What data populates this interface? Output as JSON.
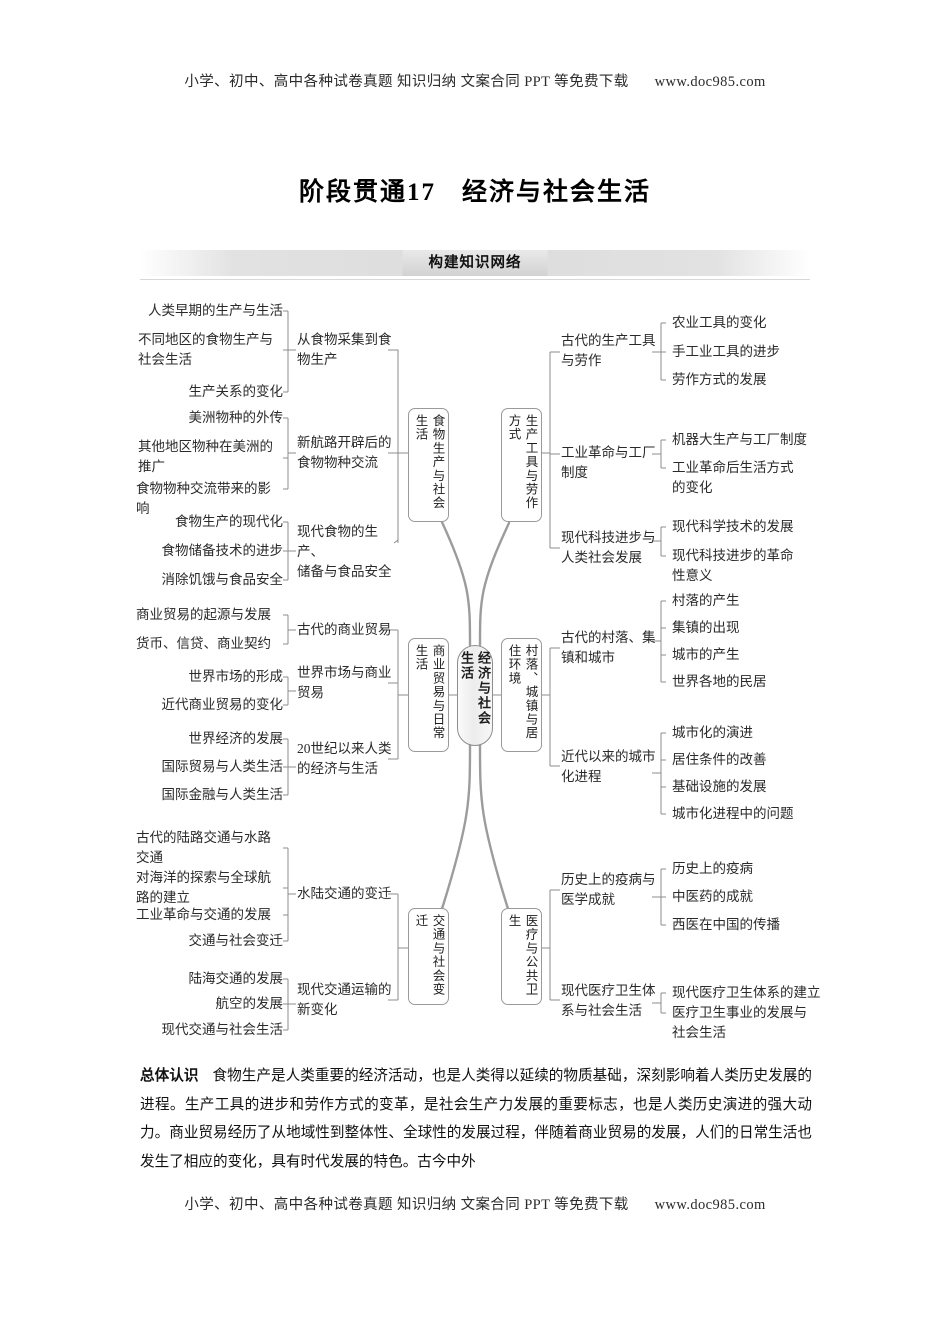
{
  "header": {
    "text": "小学、初中、高中各种试卷真题 知识归纳 文案合同 PPT 等免费下载",
    "url": "www.doc985.com"
  },
  "footer": {
    "text": "小学、初中、高中各种试卷真题 知识归纳 文案合同 PPT 等免费下载",
    "url": "www.doc985.com"
  },
  "title": {
    "prefix": "阶段贯通",
    "number": "17",
    "name": "经济与社会生活"
  },
  "section": {
    "label": "构建知识网络"
  },
  "mindmap": {
    "core": "经济与社会生活",
    "left_branches": [
      {
        "name": "食物生产与社会生活",
        "groups": [
          {
            "title": "从食物采集到食\n物生产",
            "leaves": [
              "人类早期的生产与生活",
              "不同地区的食物生产与\n社会生活",
              "生产关系的变化"
            ]
          },
          {
            "title": "新航路开辟后的\n食物物种交流",
            "leaves": [
              "美洲物种的外传",
              "其他地区物种在美洲的\n推广",
              "食物物种交流带来的影响"
            ]
          },
          {
            "title": "现代食物的生产、\n储备与食品安全",
            "leaves": [
              "食物生产的现代化",
              "食物储备技术的进步",
              "消除饥饿与食品安全"
            ]
          }
        ]
      },
      {
        "name": "商业贸易与日常生活",
        "groups": [
          {
            "title": "古代的商业贸易",
            "leaves": [
              "商业贸易的起源与发展",
              "货币、信贷、商业契约"
            ]
          },
          {
            "title": "世界市场与商业\n贸易",
            "leaves": [
              "世界市场的形成",
              "近代商业贸易的变化"
            ]
          },
          {
            "title": "20世纪以来人类\n的经济与生活",
            "leaves": [
              "世界经济的发展",
              "国际贸易与人类生活",
              "国际金融与人类生活"
            ]
          }
        ]
      },
      {
        "name": "交通与社会变迁",
        "groups": [
          {
            "title": "水陆交通的变迁",
            "leaves": [
              "古代的陆路交通与水路\n交通",
              "对海洋的探索与全球航\n路的建立",
              "工业革命与交通的发展",
              "交通与社会变迁"
            ]
          },
          {
            "title": "现代交通运输的\n新变化",
            "leaves": [
              "陆海交通的发展",
              "航空的发展",
              "现代交通与社会生活"
            ]
          }
        ]
      }
    ],
    "right_branches": [
      {
        "name": "生产工具与劳作方式",
        "groups": [
          {
            "title": "古代的生产工具\n与劳作",
            "leaves": [
              "农业工具的变化",
              "手工业工具的进步",
              "劳作方式的发展"
            ]
          },
          {
            "title": "工业革命与工厂\n制度",
            "leaves": [
              "机器大生产与工厂制度",
              "工业革命后生活方式\n的变化"
            ]
          },
          {
            "title": "现代科技进步与\n人类社会发展",
            "leaves": [
              "现代科学技术的发展",
              "现代科技进步的革命\n性意义"
            ]
          }
        ]
      },
      {
        "name": "村落、城镇与居住环境",
        "groups": [
          {
            "title": "古代的村落、集\n镇和城市",
            "leaves": [
              "村落的产生",
              "集镇的出现",
              "城市的产生",
              "世界各地的民居"
            ]
          },
          {
            "title": "近代以来的城市\n化进程",
            "leaves": [
              "城市化的演进",
              "居住条件的改善",
              "基础设施的发展",
              "城市化进程中的问题"
            ]
          }
        ]
      },
      {
        "name": "医疗与公共卫生",
        "groups": [
          {
            "title": "历史上的疫病与\n医学成就",
            "leaves": [
              "历史上的疫病",
              "中医药的成就",
              "西医在中国的传播"
            ]
          },
          {
            "title": "现代医疗卫生体\n系与社会生活",
            "leaves": [
              "现代医疗卫生体系的建立",
              "医疗卫生事业的发展与\n社会生活"
            ]
          }
        ]
      }
    ]
  },
  "summary": {
    "lead": "总体认识",
    "body": "食物生产是人类重要的经济活动，也是人类得以延续的物质基础，深刻影响着人类历史发展的进程。生产工具的进步和劳作方式的变革，是社会生产力发展的重要标志，也是人类历史演进的强大动力。商业贸易经历了从地域性到整体性、全球性的发展过程，伴随着商业贸易的发展，人们的日常生活也发生了相应的变化，具有时代发展的特色。古今中外"
  },
  "colors": {
    "line": "#8c8c8c",
    "box_border": "#9a9a9a",
    "text": "#1a1a1a"
  }
}
